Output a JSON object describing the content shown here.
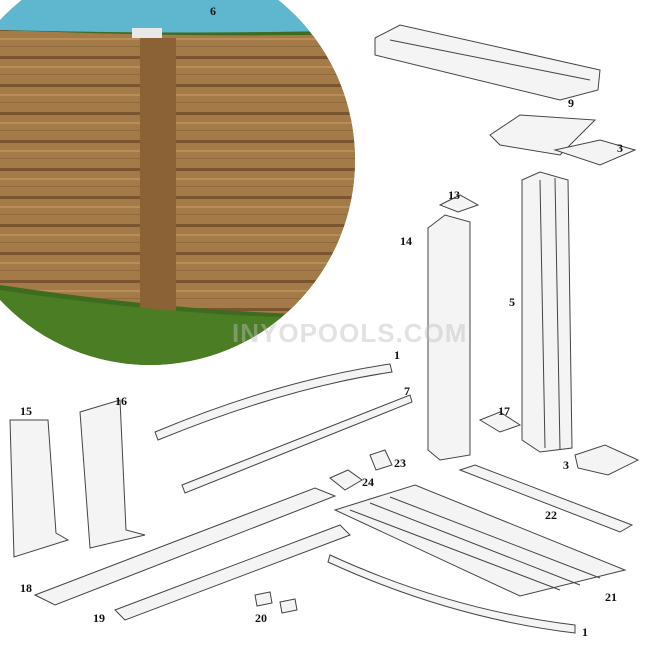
{
  "watermark": "INYOPOOLS.COM",
  "colors": {
    "wood": "#9c7443",
    "grass": "#3e6b1e",
    "water": "#5fb6cf",
    "line": "#444444"
  },
  "parts": {
    "p6": "6",
    "p9": "9",
    "p3a": "3",
    "p13": "13",
    "p14": "14",
    "p5": "5",
    "p1a": "1",
    "p7": "7",
    "p17": "17",
    "p15": "15",
    "p16": "16",
    "p23": "23",
    "p24": "24",
    "p3b": "3",
    "p22": "22",
    "p18": "18",
    "p19": "19",
    "p20": "20",
    "p21": "21",
    "p1b": "1"
  }
}
